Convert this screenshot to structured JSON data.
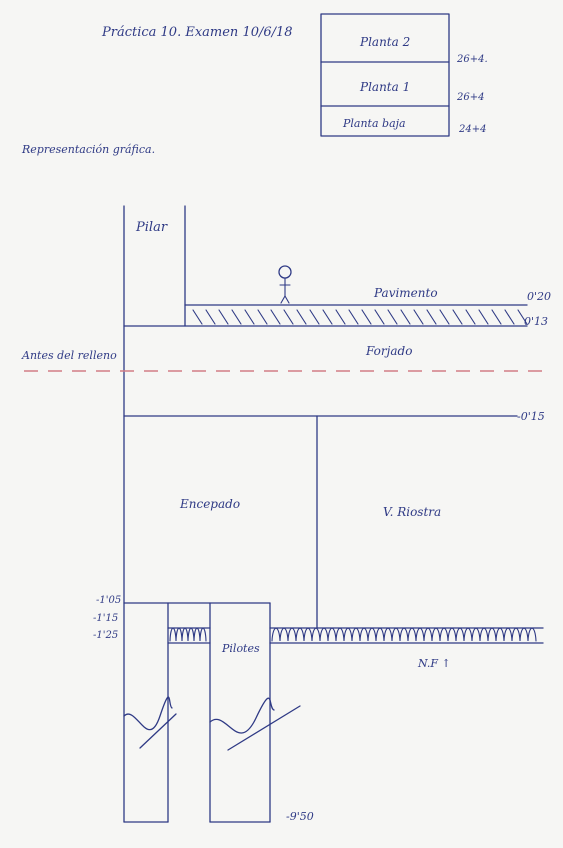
{
  "header": {
    "title": "Práctica 10. Examen 10/6/18",
    "subtitle": "Representación gráfica."
  },
  "floors": [
    {
      "name": "Planta 2",
      "level": "26+4."
    },
    {
      "name": "Planta 1",
      "level": "26+4"
    },
    {
      "name": "Planta baja",
      "level": "24+4"
    }
  ],
  "section": {
    "pillar": "Pilar",
    "pavement": "Pavimento",
    "beam": "Forjado",
    "reference": "Antes del relleno",
    "pile_cap": "Encepado",
    "tie_beam": "V. Riostra",
    "piles": "Pilotes",
    "water_table": "N.F ↑"
  },
  "levels": {
    "pavement_top": "0'20",
    "slab_top": "0'13",
    "cap_top": "-0'15",
    "l1": "-1'05",
    "l2": "-1'15",
    "l3": "-1'25",
    "pile_bottom": "-9'50"
  },
  "colors": {
    "ink": "#2f3a85",
    "dash": "#d27d85",
    "paper": "#f6f6f4"
  }
}
